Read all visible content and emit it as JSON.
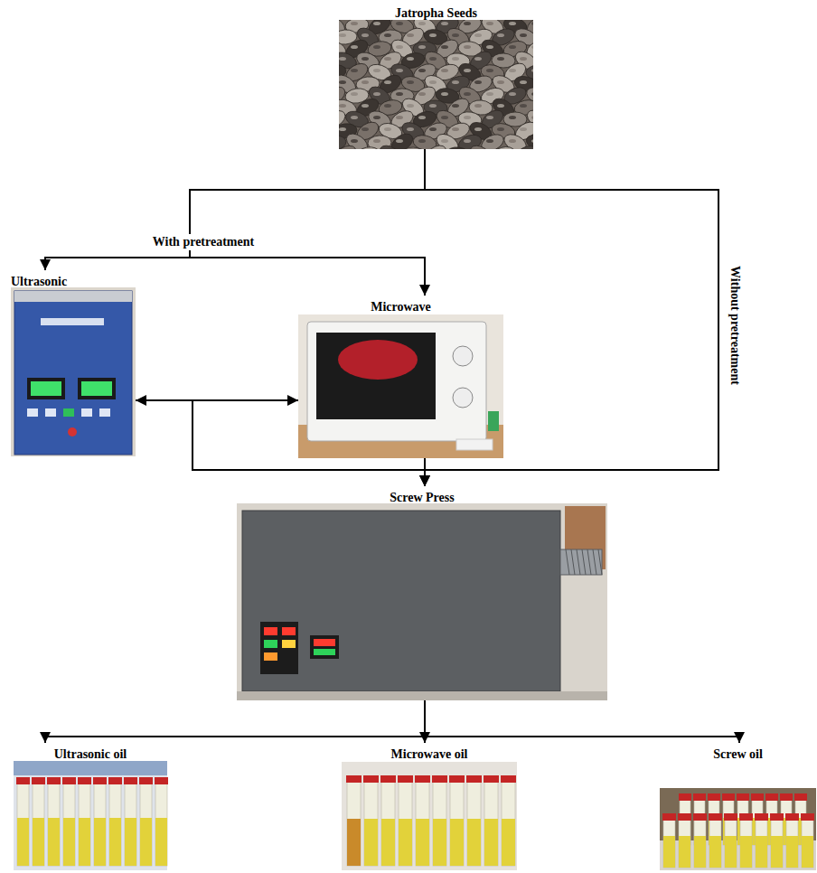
{
  "diagram": {
    "nodes": [
      {
        "text": [
          "Jatropha Seeds"
        ]
      },
      {
        "text": [
          "Ultrasonic"
        ]
      },
      {
        "text": [
          "Microwave"
        ]
      },
      {
        "text": [
          "Screw Press"
        ]
      },
      {
        "text": [
          "Ultrasonic oil"
        ]
      },
      {
        "text": [
          "Microwave oil"
        ]
      },
      {
        "text": [
          "Screw oil"
        ]
      }
    ],
    "edges": [
      {
        "from": 0,
        "to": 1,
        "arrow": "to",
        "label": "With pretreatment"
      },
      {
        "from": 0,
        "to": 2,
        "arrow": "to"
      },
      {
        "from": 0,
        "to": 3,
        "arrow": "to",
        "label": "Without pretreatment"
      },
      {
        "from": 1,
        "to": 2,
        "arrow": "both"
      },
      {
        "from": 1,
        "to": 3,
        "arrow": "to"
      },
      {
        "from": 2,
        "to": 3,
        "arrow": "to"
      },
      {
        "from": 3,
        "to": 4,
        "arrow": "to"
      },
      {
        "from": 3,
        "to": 5,
        "arrow": "to"
      },
      {
        "from": 3,
        "to": 6,
        "arrow": "to"
      }
    ]
  }
}
